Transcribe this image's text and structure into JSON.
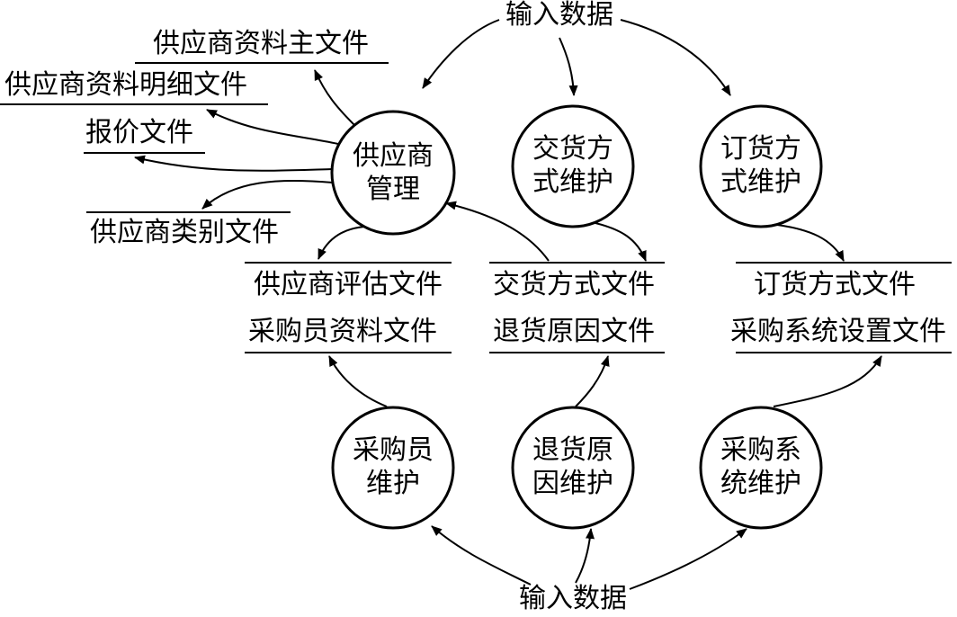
{
  "diagram": {
    "inputs": {
      "top": "输入数据",
      "bottom": "输入数据"
    },
    "processes": [
      {
        "id": "supplier-mgmt",
        "line1": "供应商",
        "line2": "管理"
      },
      {
        "id": "delivery-maint",
        "line1": "交货方",
        "line2": "式维护"
      },
      {
        "id": "order-maint",
        "line1": "订货方",
        "line2": "式维护"
      },
      {
        "id": "buyer-maint",
        "line1": "采购员",
        "line2": "维护"
      },
      {
        "id": "return-maint",
        "line1": "退货原",
        "line2": "因维护"
      },
      {
        "id": "system-maint",
        "line1": "采购系",
        "line2": "统维护"
      }
    ],
    "stores": {
      "supplier_master": "供应商资料主文件",
      "supplier_detail": "供应商资料明细文件",
      "quote": "报价文件",
      "supplier_category": "供应商类别文件",
      "supplier_eval": "供应商评估文件",
      "buyer_file": "采购员资料文件",
      "delivery_file": "交货方式文件",
      "return_file": "退货原因文件",
      "order_file": "订货方式文件",
      "system_file": "采购系统设置文件"
    }
  }
}
